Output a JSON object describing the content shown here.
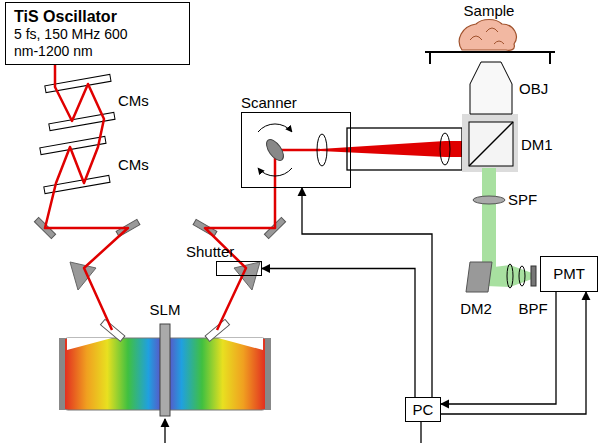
{
  "diagram": {
    "nodes": [
      {
        "text": [
          "TiS Oscillator",
          "5 fs, 150 MHz 600 nm-1200 nm"
        ]
      },
      {
        "text": [
          "Scanner"
        ]
      },
      {
        "text": [
          "Shutter"
        ]
      },
      {
        "text": [
          "PMT"
        ]
      },
      {
        "text": [
          "PC"
        ]
      }
    ],
    "edges": [
      {
        "from": 4,
        "to": 2,
        "arrow": "to"
      },
      {
        "from": 4,
        "to": 1,
        "arrow": "to"
      },
      {
        "from": 4,
        "to": 3,
        "arrow": "to"
      },
      {
        "from": 3,
        "to": 4,
        "arrow": "to"
      }
    ],
    "labels": [
      "Sample",
      "CMs",
      "OBJ",
      "DM1",
      "CMs",
      "SPF",
      "SLM",
      "DM2",
      "BPF"
    ]
  }
}
